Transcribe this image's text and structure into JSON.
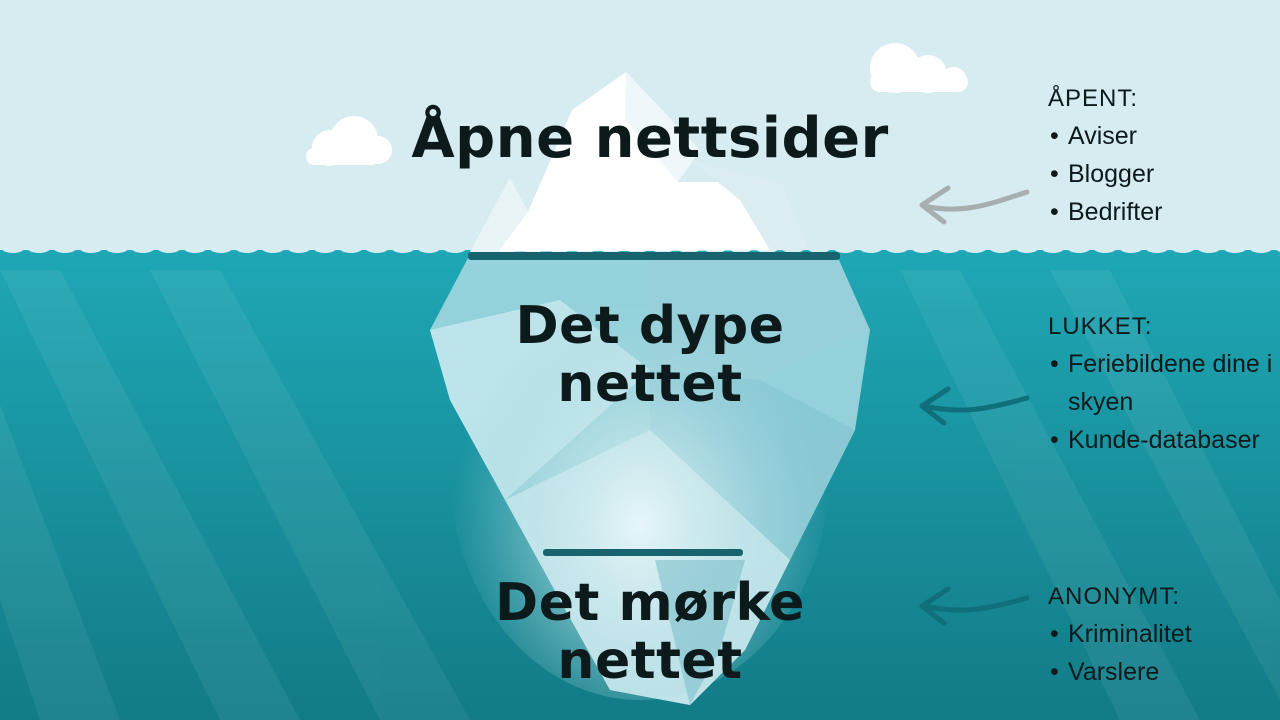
{
  "layers": {
    "open": {
      "heading": "Åpne nettsider"
    },
    "deep": {
      "heading_line1": "Det dype",
      "heading_line2": "nettet"
    },
    "dark": {
      "heading_line1": "Det mørke",
      "heading_line2": "nettet"
    }
  },
  "legend": {
    "open": {
      "title": "ÅPENT:",
      "items": [
        "Aviser",
        "Blogger",
        "Bedrifter"
      ]
    },
    "closed": {
      "title": "LUKKET:",
      "items": [
        "Feriebildene dine i skyen",
        "Kunde-databaser"
      ]
    },
    "anonymous": {
      "title": "ANONYMT:",
      "items": [
        "Kriminalitet",
        "Varslere"
      ]
    }
  },
  "colors": {
    "sky": "#d6ecf1",
    "water_top": "#1fa7b5",
    "water_bottom": "#127b86",
    "ice_above": "#ffffff",
    "ice_below": "#bfe4ea",
    "divider": "#17646f",
    "text": "#0d1a1c",
    "arrow_sky": "#a7aeb0",
    "arrow_water": "#0f6f7a"
  },
  "icons": [
    "cloud-icon",
    "arrow-left-icon",
    "iceberg-illustration"
  ]
}
